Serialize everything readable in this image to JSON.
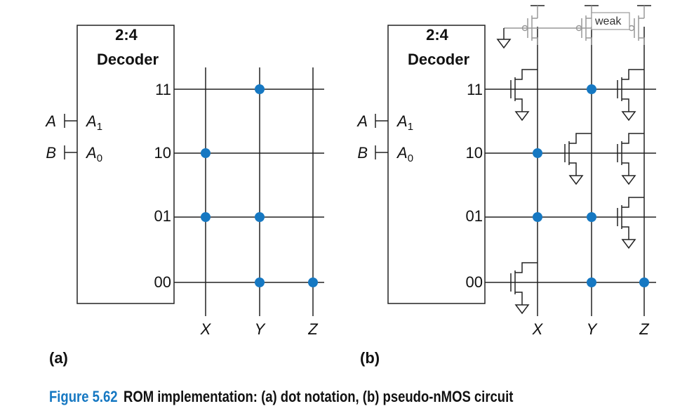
{
  "panels": [
    {
      "id": "a",
      "panel_label": "(a)",
      "decoder": {
        "title_line1": "2:4",
        "title_line2": "Decoder"
      },
      "inputs": [
        {
          "signal": "A",
          "pin": "A",
          "pin_sub": "1"
        },
        {
          "signal": "B",
          "pin": "A",
          "pin_sub": "0"
        }
      ],
      "rows": [
        "11",
        "10",
        "01",
        "00"
      ],
      "columns": [
        "X",
        "Y",
        "Z"
      ],
      "dots": {
        "11": [
          "Y"
        ],
        "10": [
          "X"
        ],
        "01": [
          "X",
          "Y"
        ],
        "00": [
          "Y",
          "Z"
        ]
      }
    },
    {
      "id": "b",
      "panel_label": "(b)",
      "decoder": {
        "title_line1": "2:4",
        "title_line2": "Decoder"
      },
      "inputs": [
        {
          "signal": "A",
          "pin": "A",
          "pin_sub": "1"
        },
        {
          "signal": "B",
          "pin": "A",
          "pin_sub": "0"
        }
      ],
      "rows": [
        "11",
        "10",
        "01",
        "00"
      ],
      "columns": [
        "X",
        "Y",
        "Z"
      ],
      "dots": {
        "11": [
          "Y"
        ],
        "10": [
          "X"
        ],
        "01": [
          "X",
          "Y"
        ],
        "00": [
          "Y",
          "Z"
        ]
      },
      "pullup_label": "weak"
    }
  ],
  "caption": {
    "number": "Figure 5.62",
    "text": "ROM implementation: (a) dot notation, (b) pseudo-nMOS circuit",
    "number_color": "#1678c2"
  },
  "colors": {
    "dot": "#1678c2",
    "wire": "#222222",
    "pullup": "#999999"
  }
}
